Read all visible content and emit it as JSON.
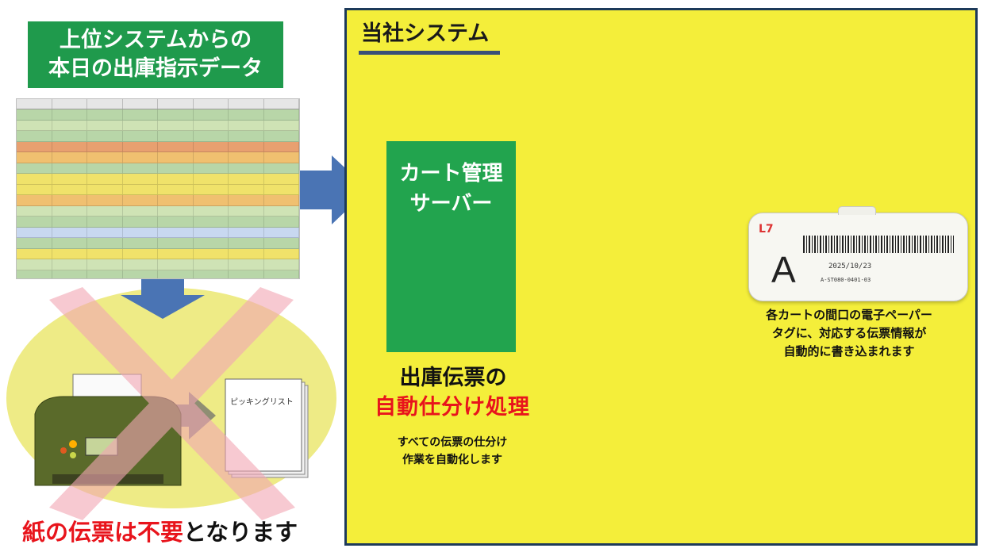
{
  "left": {
    "title_line1": "上位システムからの",
    "title_line2": "本日の出庫指示データ",
    "picking_list_label": "ピッキングリスト",
    "bottom_note_red": "紙の伝票は不要",
    "bottom_note_black": "となります"
  },
  "system": {
    "title": "当社システム",
    "server_line1": "カート管理",
    "server_line2": "サーバー",
    "process_line1": "出庫伝票の",
    "process_line2": "自動仕分け処理",
    "process_desc_line1": "すべての伝票の仕分け",
    "process_desc_line2": "作業を自動化します",
    "tag_desc_line1": "各カートの間口の電子ペーパー",
    "tag_desc_line2": "タグに、対応する伝票情報が",
    "tag_desc_line3": "自動的に書き込まれます"
  },
  "tag": {
    "letter": "A",
    "date": "2025/10/23",
    "code": "A-ST080-0401-03"
  },
  "colors": {
    "green": "#1f9a4c",
    "yellow_panel": "#f4ee3a",
    "arrow_blue": "#4a74b4",
    "red_text": "#e8141c",
    "cross_pink": "#f2a6b4"
  },
  "icons": [
    "printer-icon",
    "database-cylinder-icon",
    "cart-icon",
    "e-paper-tag-icon"
  ]
}
